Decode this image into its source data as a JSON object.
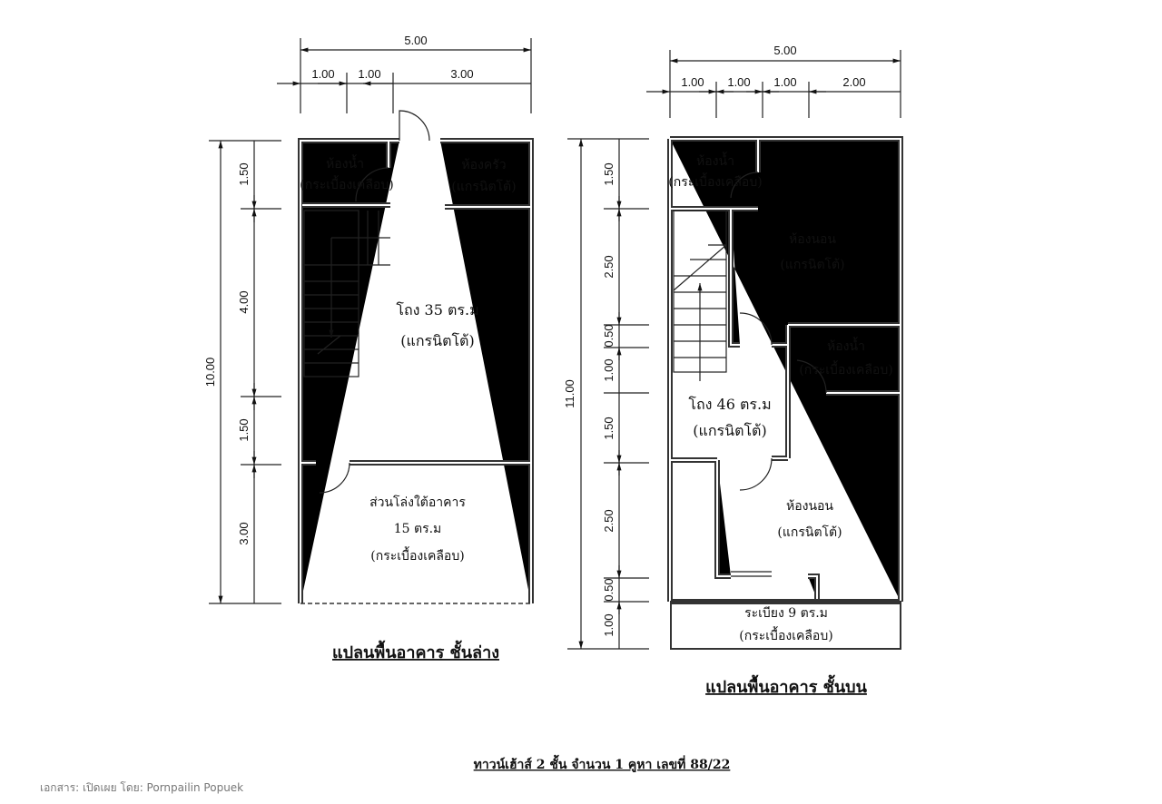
{
  "lower_plan": {
    "title": "แปลนพื้นอาคาร ชั้นล่าง",
    "dims_top": {
      "total": "5.00",
      "parts": [
        "1.00",
        "1.00",
        "3.00"
      ]
    },
    "dims_left": {
      "total": "10.00",
      "parts": [
        "1.50",
        "4.00",
        "1.50",
        "3.00"
      ]
    },
    "rooms": {
      "bathroom": {
        "name": "ห้องน้ำ",
        "finish": "(กระเบื้องเคลือบ)"
      },
      "kitchen": {
        "name": "ห้องครัว",
        "finish": "(แกรนิตโต้)"
      },
      "hall": {
        "name": "โถง 35 ตร.ม",
        "finish": "(แกรนิตโต้)"
      },
      "open_area": {
        "name": "ส่วนโล่งใต้อาคาร",
        "area": "15 ตร.ม",
        "finish": "(กระเบื้องเคลือบ)"
      }
    }
  },
  "upper_plan": {
    "title": "แปลนพื้นอาคาร ชั้นบน",
    "dims_top": {
      "total": "5.00",
      "parts": [
        "1.00",
        "1.00",
        "1.00",
        "2.00"
      ]
    },
    "dims_left": {
      "total": "11.00",
      "parts": [
        "1.50",
        "2.50",
        "0.50",
        "1.00",
        "1.50",
        "2.50",
        "0.50",
        "1.00"
      ]
    },
    "rooms": {
      "bathroom1": {
        "name": "ห้องน้ำ",
        "finish": "(กระเบื้องเคลือบ)"
      },
      "bedroom1": {
        "name": "ห้องนอน",
        "finish": "(แกรนิตโต้)"
      },
      "bathroom2": {
        "name": "ห้องน้ำ",
        "finish": "(กระเบื้องเคลือบ)"
      },
      "hall": {
        "name": "โถง 46 ตร.ม",
        "finish": "(แกรนิตโต้)"
      },
      "bedroom2": {
        "name": "ห้องนอน",
        "finish": "(แกรนิตโต้)"
      },
      "balcony": {
        "name": "ระเบียง 9 ตร.ม",
        "finish": "(กระเบื้องเคลือบ)"
      }
    }
  },
  "caption": "ทาวน์เฮ้าส์ 2 ชั้น  จำนวน 1 คูหา  เลขที่  88/22",
  "watermark": "เอกสาร: เปิดเผย โดย: Pornpailin Popuek"
}
